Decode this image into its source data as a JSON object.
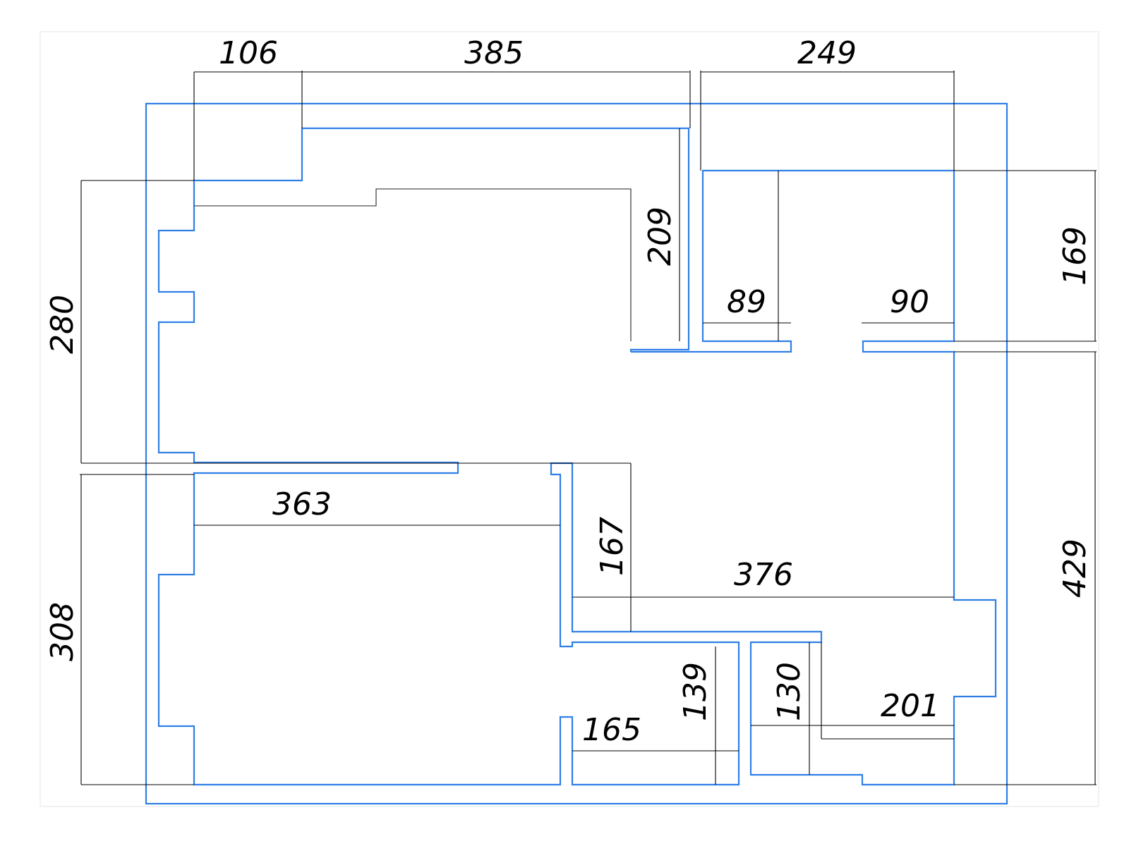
{
  "colors": {
    "wall": "#2f7fe6",
    "dimension": "#000000",
    "frame": "#e6e6e6",
    "background": "#ffffff"
  },
  "dimensions": {
    "top_left_106": "106",
    "top_mid_385": "385",
    "top_right_249": "249",
    "left_upper_280": "280",
    "left_lower_308": "308",
    "right_upper_169": "169",
    "right_lower_429": "429",
    "inner_209": "209",
    "inner_89": "89",
    "inner_90": "90",
    "inner_363": "363",
    "inner_167": "167",
    "inner_376": "376",
    "inner_139": "139",
    "inner_165": "165",
    "inner_130": "130",
    "inner_201": "201"
  }
}
